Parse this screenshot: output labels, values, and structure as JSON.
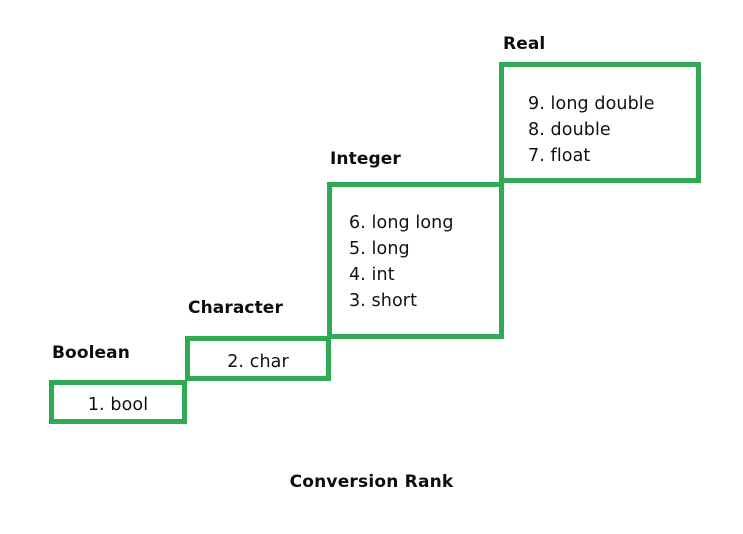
{
  "diagram": {
    "caption": "Conversion Rank",
    "accent_color": "#2faa52",
    "text_color": "#111111",
    "background_color": "#ffffff",
    "steps": [
      {
        "label": "Boolean",
        "items": [
          {
            "rank": "1.",
            "type": "bool",
            "text": "1. bool"
          }
        ]
      },
      {
        "label": "Character",
        "items": [
          {
            "rank": "2.",
            "type": "char",
            "text": "2. char"
          }
        ]
      },
      {
        "label": "Integer",
        "items": [
          {
            "rank": "6.",
            "type": "long long",
            "text": "6. long long"
          },
          {
            "rank": "5.",
            "type": "long",
            "text": "5. long"
          },
          {
            "rank": "4.",
            "type": "int",
            "text": "4. int"
          },
          {
            "rank": "3.",
            "type": "short",
            "text": "3. short"
          }
        ]
      },
      {
        "label": "Real",
        "items": [
          {
            "rank": "9.",
            "type": "long double",
            "text": "9. long double"
          },
          {
            "rank": "8.",
            "type": "double",
            "text": "8. double"
          },
          {
            "rank": "7.",
            "type": "float",
            "text": "7. float"
          }
        ]
      }
    ]
  }
}
